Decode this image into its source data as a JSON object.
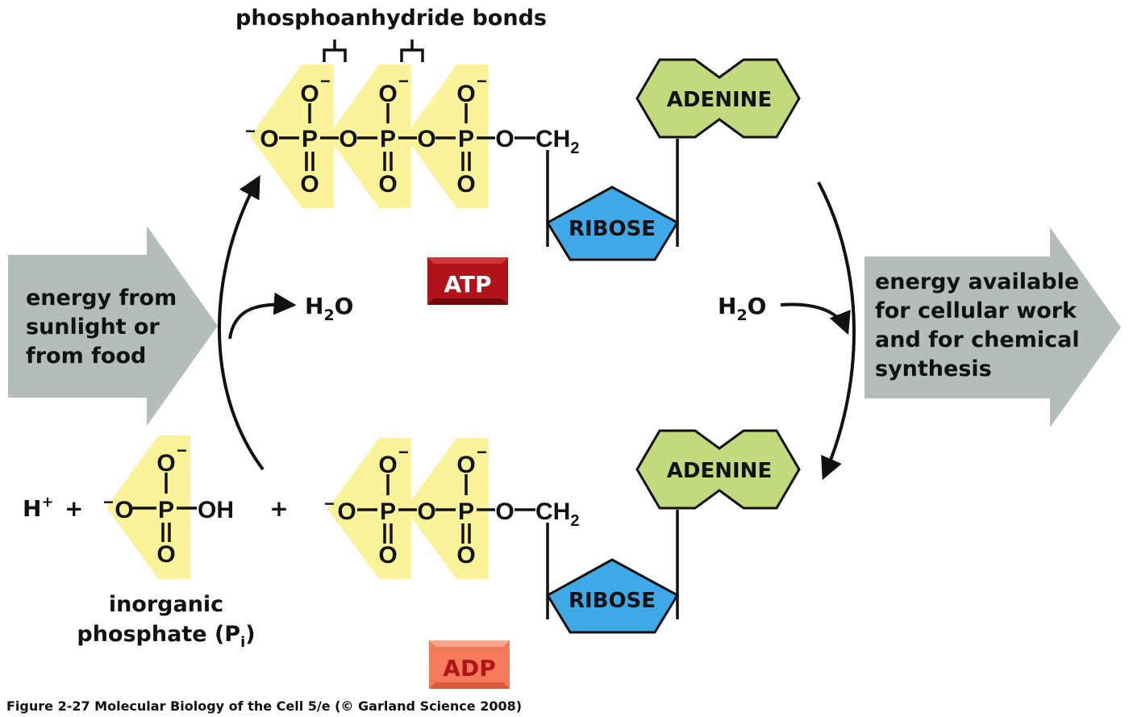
{
  "title": "phosphoanhydride bonds",
  "energy_in": [
    "energy from",
    "sunlight or",
    "from food"
  ],
  "energy_out": [
    "energy available",
    "for cellular work",
    "and for chemical",
    "synthesis"
  ],
  "water": {
    "base": "H",
    "sub": "2",
    "tail": "O"
  },
  "atp_label": "ATP",
  "adp_label": "ADP",
  "adenine": "ADENINE",
  "ribose": "RIBOSE",
  "proton": {
    "base": "H",
    "sup": "+"
  },
  "plus": "+",
  "pi_label": {
    "line1": "inorganic",
    "line2_base": "phosphate (P",
    "line2_sub": "i",
    "line2_tail": ")"
  },
  "atoms": {
    "O": "O",
    "P": "P",
    "OH": "OH",
    "CH": "CH",
    "CH_sub": "2",
    "minus": "−"
  },
  "caption": "Figure 2-27  Molecular Biology of the Cell 5/e (© Garland Science 2008)",
  "colors": {
    "phosphate_fill": "#fbf39a",
    "adenine_fill": "#c3d97d",
    "ribose_fill": "#3fa9e8",
    "energy_arrow": "#b5bdb9",
    "atp_box": "#b0141a",
    "adp_box": "#f47a5a"
  }
}
